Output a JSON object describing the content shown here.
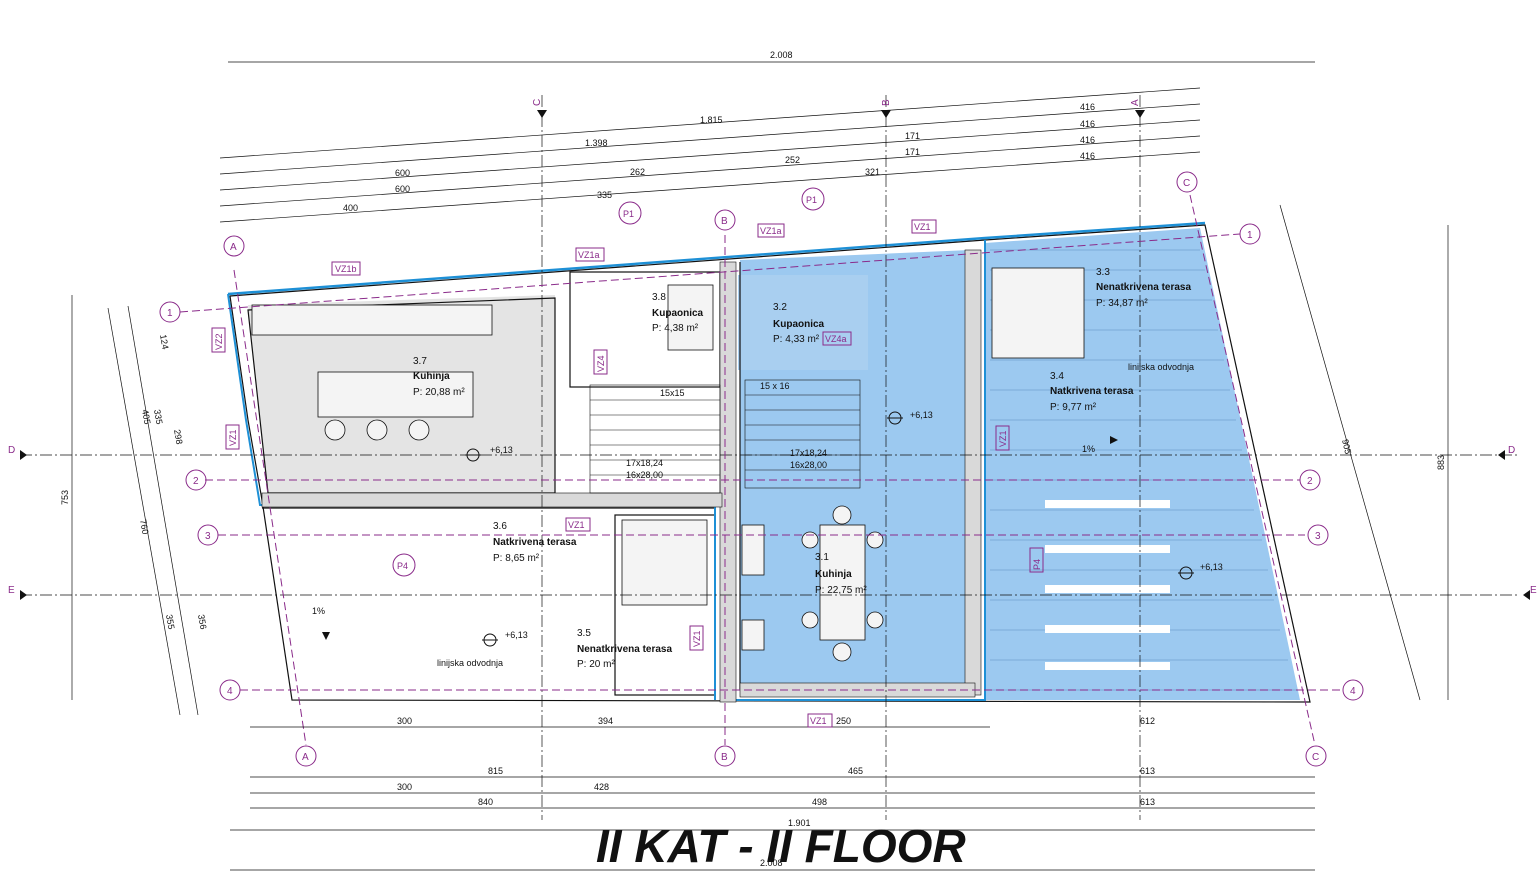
{
  "title": "II KAT   - II FLOOR",
  "rooms": [
    {
      "id": "3.1",
      "name": "Kuhinja",
      "area": "P: 22,75 m²"
    },
    {
      "id": "3.2",
      "name": "Kupaonica",
      "area": "P: 4,33 m²"
    },
    {
      "id": "3.3",
      "name": "Nenatkrivena terasa",
      "area": "P: 34,87 m²"
    },
    {
      "id": "3.4",
      "name": "Natkrivena terasa",
      "area": "P: 9,77 m²"
    },
    {
      "id": "3.5",
      "name": "Nenatkrivena terasa",
      "area": "P: 20 m²"
    },
    {
      "id": "3.6",
      "name": "Natkrivena terasa",
      "area": "P: 8,65 m²"
    },
    {
      "id": "3.7",
      "name": "Kuhinja",
      "area": "P: 20,88 m²"
    },
    {
      "id": "3.8",
      "name": "Kupaonica",
      "area": "P: 4,38 m²"
    }
  ],
  "notes": {
    "drain": "linijska odvodnja",
    "slope": "1%"
  },
  "levels": [
    "+6,13",
    "+6,13",
    "+6,13",
    "+6,13"
  ],
  "section_letters": [
    "A",
    "B",
    "C",
    "D",
    "E"
  ],
  "grid_rows": [
    "1",
    "2",
    "3",
    "4"
  ],
  "tags": [
    "VZ1",
    "VZ1a",
    "VZ1b",
    "VZ2",
    "VZ4",
    "VZ4a",
    "P1",
    "P4"
  ],
  "dims_top": [
    "2.008",
    "1.815",
    "1.398",
    "416",
    "416",
    "416",
    "416",
    "600",
    "600",
    "400",
    "262",
    "252",
    "321",
    "335",
    "171",
    "171"
  ],
  "dims_bottom": [
    "1.901",
    "2.008",
    "815",
    "465",
    "613",
    "840",
    "498",
    "613",
    "428",
    "300",
    "394",
    "250",
    "612",
    "300"
  ],
  "dims_side": [
    "753",
    "760",
    "405",
    "335",
    "355",
    "356",
    "298",
    "124",
    "905",
    "883"
  ],
  "stairs": [
    "17x18,24",
    "16x28,00",
    "17x18,24",
    "16x28,00",
    "15x15",
    "15 x 16"
  ]
}
